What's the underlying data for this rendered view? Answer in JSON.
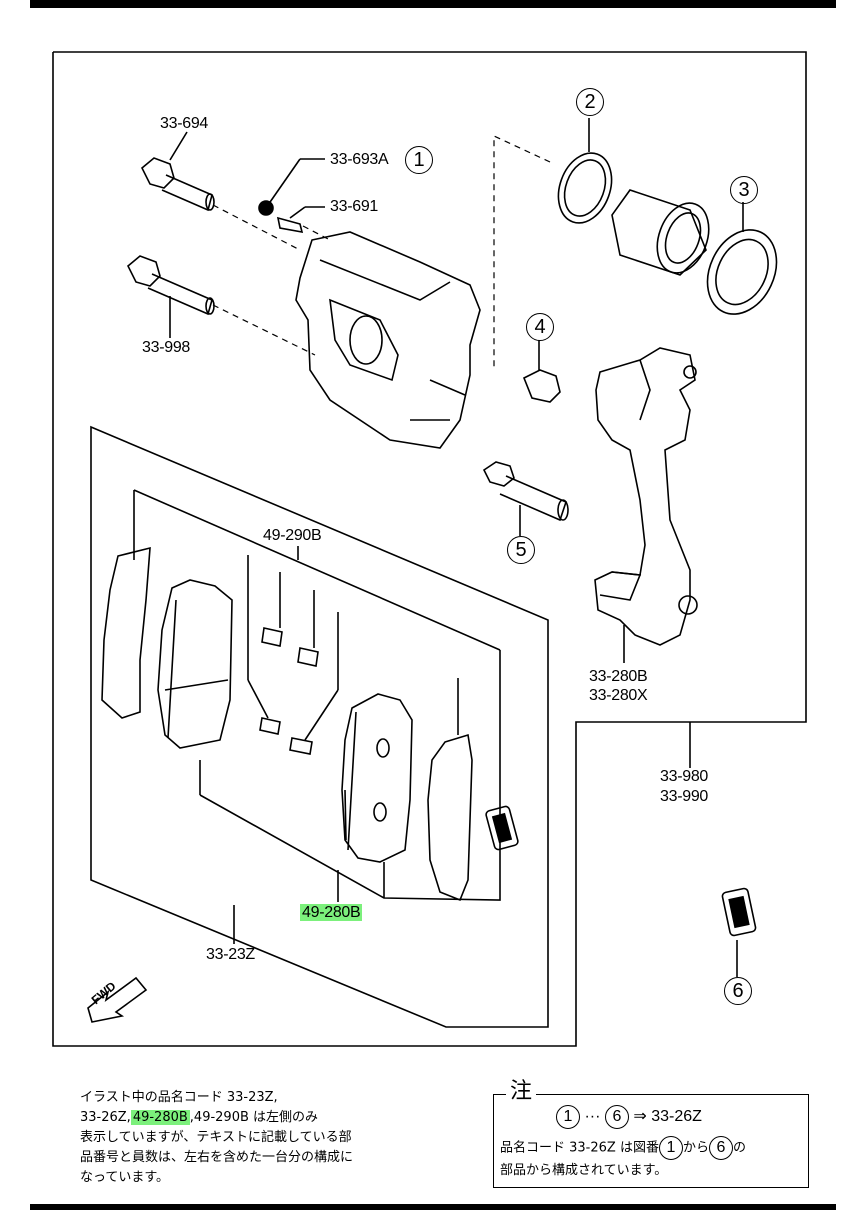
{
  "labels": {
    "l_33_694": "33-694",
    "l_33_693a": "33-693A",
    "l_33_691": "33-691",
    "l_33_998": "33-998",
    "l_49_290b": "49-290B",
    "l_33_280b": "33-280B",
    "l_33_280x": "33-280X",
    "l_33_980": "33-980",
    "l_33_990": "33-990",
    "l_49_280b": "49-280B",
    "l_33_23z": "33-23Z",
    "fwd": "FWD"
  },
  "callouts": {
    "c1": "1",
    "c2": "2",
    "c3": "3",
    "c4": "4",
    "c5": "5",
    "c6": "6"
  },
  "note_left": {
    "line1": "イラスト中の品名コード 33-23Z,",
    "line2_a": "33-26Z,",
    "line2_hl": "49-280B",
    "line2_b": ",49-290B は左側のみ",
    "line3": "表示していますが、テキストに記載している部",
    "line4": "品番号と員数は、左右を含めた一台分の構成に",
    "line5": "なっています。"
  },
  "note_right": {
    "title": "注",
    "range_from": "1",
    "range_dots": "···",
    "range_to": "6",
    "arrow": "⇒",
    "range_code": "33-26Z",
    "line2_a": "品名コード 33-26Z は図番",
    "line2_c1": "1",
    "line2_b": "から",
    "line2_c6": "6",
    "line2_c": "の",
    "line3": "部品から構成されています。"
  },
  "colors": {
    "highlight": "#7cf07c",
    "ink": "#000000"
  }
}
